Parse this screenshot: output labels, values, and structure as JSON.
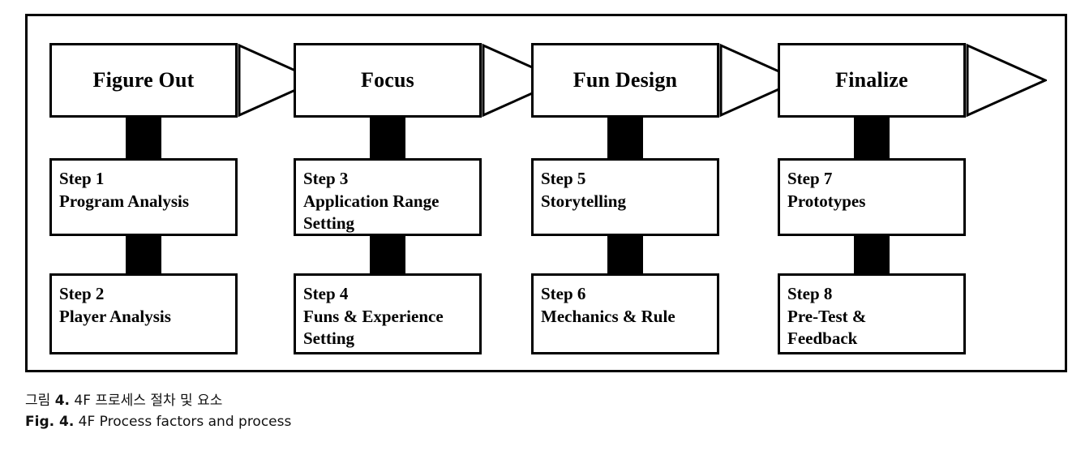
{
  "figure": {
    "id": "4f-process-diagram",
    "frame_color": "#000000",
    "background": "#ffffff",
    "columns": [
      {
        "phase": "Figure Out",
        "steps": [
          {
            "number_label": "Step 1",
            "lines": [
              "Step 1",
              "Program Analysis"
            ]
          },
          {
            "number_label": "Step 2",
            "lines": [
              "Step 2",
              "Player Analysis"
            ]
          }
        ]
      },
      {
        "phase": "Focus",
        "steps": [
          {
            "number_label": "Step 3",
            "lines": [
              "Step 3",
              "Application Range",
              "Setting"
            ]
          },
          {
            "number_label": "Step 4",
            "lines": [
              "Step 4",
              "Funs & Experience",
              "Setting"
            ]
          }
        ]
      },
      {
        "phase": "Fun Design",
        "steps": [
          {
            "number_label": "Step 5",
            "lines": [
              "Step 5",
              "Storytelling"
            ]
          },
          {
            "number_label": "Step 6",
            "lines": [
              "Step 6",
              "Mechanics & Rule"
            ]
          }
        ]
      },
      {
        "phase": "Finalize",
        "steps": [
          {
            "number_label": "Step 7",
            "lines": [
              "Step 7",
              "Prototypes"
            ]
          },
          {
            "number_label": "Step 8",
            "lines": [
              "Step 8",
              "Pre-Test &",
              "Feedback"
            ]
          }
        ]
      }
    ]
  },
  "caption": {
    "korean_prefix": "그림 ",
    "korean_number": "4.",
    "korean_text": " 4F 프로세스 절차 및 요소",
    "english_prefix": "Fig. 4.",
    "english_text": " 4F Process factors and process"
  }
}
